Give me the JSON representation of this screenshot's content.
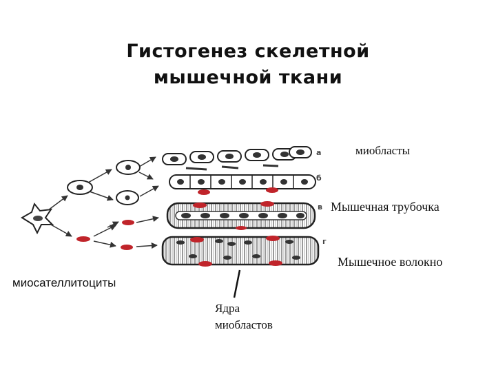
{
  "title": {
    "line1": "Гистогенез скелетной",
    "line2": "мышечной ткани"
  },
  "row_markers": [
    "а",
    "б",
    "в",
    "г"
  ],
  "labels": {
    "myoblasts": "миобласты",
    "muscle_tube": "Мышечная трубочка",
    "muscle_fiber": "Мышечное волокно",
    "myosatellitocytes": "миосателлитоциты",
    "myoblast_nuclei_line1": "Ядра",
    "myoblast_nuclei_line2": "миобластов"
  },
  "colors": {
    "outline": "#222222",
    "nucleus_red": "#c0242a",
    "nucleus_dark": "#333333",
    "text": "#111111"
  }
}
